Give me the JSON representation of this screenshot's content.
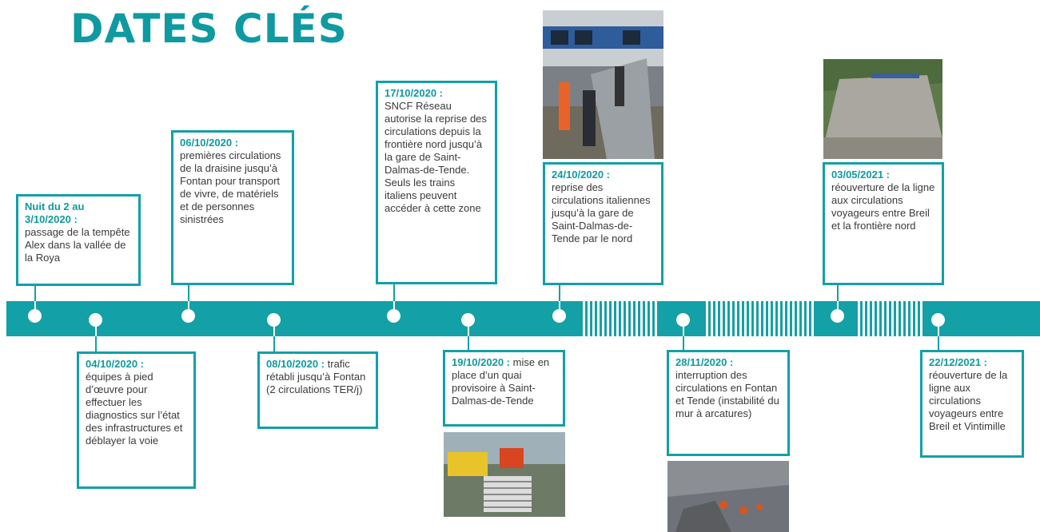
{
  "title": "DATES CLÉS",
  "events": [
    {
      "date": "Nuit du 2 au 3/10/2020 :",
      "text": "passage de la tempête Alex dans la vallée de la Roya"
    },
    {
      "date": "04/10/2020 :",
      "text": "équipes à pied d’œuvre pour effectuer les diagnostics sur l’état des infrastructures et déblayer la voie"
    },
    {
      "date": "06/10/2020 :",
      "text": "premières circulations de la draisine jusqu’à Fontan pour transport de vivre, de matériels et de personnes sinistrées"
    },
    {
      "date": "08/10/2020 :",
      "text": "trafic rétabli jusqu’à Fontan (2 circulations TER/j)"
    },
    {
      "date": "17/10/2020 :",
      "text": "SNCF Réseau autorise la reprise des circulations depuis la frontière nord jusqu’à la gare de Saint-Dalmas-de-Tende. Seuls les trains italiens peuvent accéder à cette zone"
    },
    {
      "date": "19/10/2020 :",
      "text": "mise en place d’un quai provisoire à Saint-Dalmas-de-Tende"
    },
    {
      "date": "24/10/2020 :",
      "text": "reprise des circulations italiennes jusqu’à la gare de Saint-Dalmas-de-Tende par le nord"
    },
    {
      "date": "28/11/2020 :",
      "text": "interruption des circulations en Fontan et Tende (instabilité du mur à arcatures)"
    },
    {
      "date": "03/05/2021 :",
      "text": "réouverture de la ligne aux circulations voyageurs entre Breil et la frontière nord"
    },
    {
      "date": "22/12/2021 :",
      "text": "réouverture de la ligne aux circulations voyageurs entre Breil et Vintimille"
    }
  ],
  "colors": {
    "accent": "#13a0a6",
    "date_text": "#0e9aa0",
    "body_text": "#3a3a3a"
  }
}
